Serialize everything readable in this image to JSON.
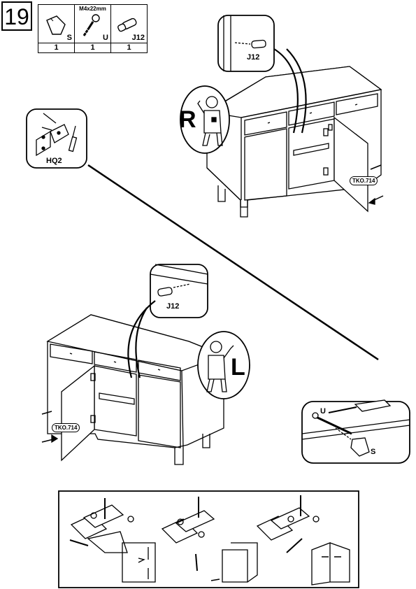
{
  "step": {
    "number": "19"
  },
  "parts": [
    {
      "code": "S",
      "qty": "1",
      "icon": "cam-lock-icon",
      "spec": ""
    },
    {
      "code": "U",
      "qty": "1",
      "icon": "screw-icon",
      "spec": "M4x22mm"
    },
    {
      "code": "J12",
      "qty": "1",
      "icon": "dowel-pin-icon",
      "spec": ""
    }
  ],
  "callouts": {
    "top_zoom_label": "J12",
    "mid_zoom_label": "J12",
    "hinge_tool_label": "HQ2",
    "right_hand_letter": "R",
    "left_hand_letter": "L",
    "top_door_tag": "TKO.714",
    "bottom_door_tag": "TKO.714",
    "screw_detail_u": "U",
    "screw_detail_s": "S"
  }
}
